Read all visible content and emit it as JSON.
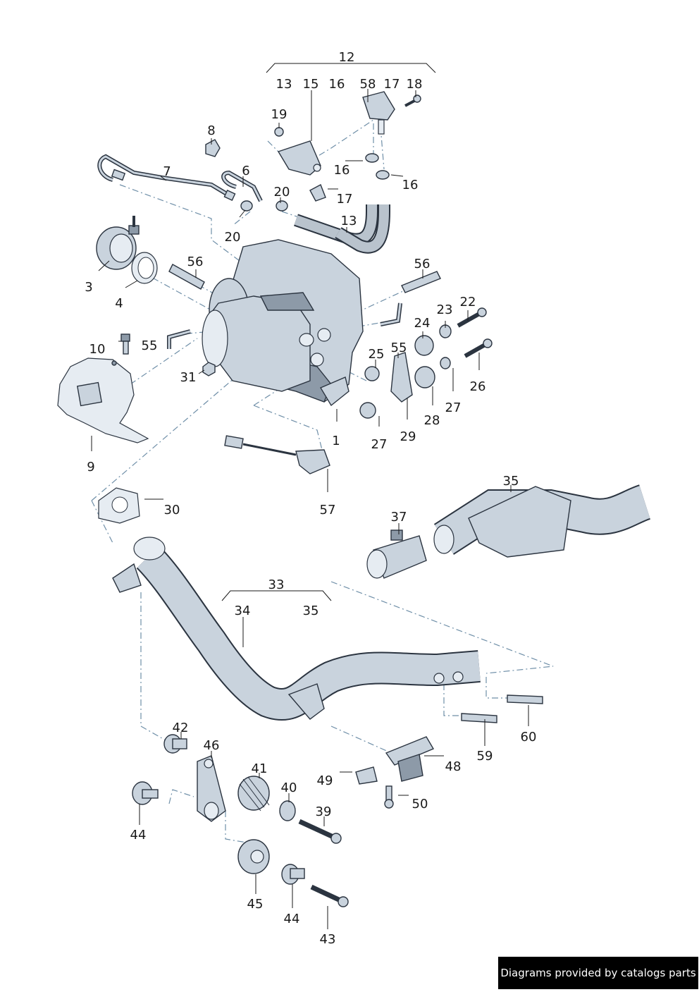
{
  "diagram": {
    "callouts": [
      {
        "id": "c12",
        "text": "12"
      },
      {
        "id": "c13a",
        "text": "13"
      },
      {
        "id": "c15",
        "text": "15"
      },
      {
        "id": "c16a",
        "text": "16"
      },
      {
        "id": "c58",
        "text": "58"
      },
      {
        "id": "c17a",
        "text": "17"
      },
      {
        "id": "c18",
        "text": "18"
      },
      {
        "id": "c19",
        "text": "19"
      },
      {
        "id": "c8",
        "text": "8"
      },
      {
        "id": "c16b",
        "text": "16"
      },
      {
        "id": "c16c",
        "text": "16"
      },
      {
        "id": "c7",
        "text": "7"
      },
      {
        "id": "c6",
        "text": "6"
      },
      {
        "id": "c20a",
        "text": "20"
      },
      {
        "id": "c17b",
        "text": "17"
      },
      {
        "id": "c13b",
        "text": "13"
      },
      {
        "id": "c20b",
        "text": "20"
      },
      {
        "id": "c56a",
        "text": "56"
      },
      {
        "id": "c56b",
        "text": "56"
      },
      {
        "id": "c3",
        "text": "3"
      },
      {
        "id": "c4",
        "text": "4"
      },
      {
        "id": "c22",
        "text": "22"
      },
      {
        "id": "c23",
        "text": "23"
      },
      {
        "id": "c24",
        "text": "24"
      },
      {
        "id": "c10",
        "text": "10"
      },
      {
        "id": "c55a",
        "text": "55"
      },
      {
        "id": "c25",
        "text": "25"
      },
      {
        "id": "c55b",
        "text": "55"
      },
      {
        "id": "c26",
        "text": "26"
      },
      {
        "id": "c31",
        "text": "31"
      },
      {
        "id": "c27a",
        "text": "27"
      },
      {
        "id": "c28",
        "text": "28"
      },
      {
        "id": "c9",
        "text": "9"
      },
      {
        "id": "c27b",
        "text": "27"
      },
      {
        "id": "c29",
        "text": "29"
      },
      {
        "id": "c1",
        "text": "1"
      },
      {
        "id": "c57",
        "text": "57"
      },
      {
        "id": "c35a",
        "text": "35"
      },
      {
        "id": "c30",
        "text": "30"
      },
      {
        "id": "c37",
        "text": "37"
      },
      {
        "id": "c33",
        "text": "33"
      },
      {
        "id": "c34",
        "text": "34"
      },
      {
        "id": "c35b",
        "text": "35"
      },
      {
        "id": "c60",
        "text": "60"
      },
      {
        "id": "c42",
        "text": "42"
      },
      {
        "id": "c46",
        "text": "46"
      },
      {
        "id": "c59",
        "text": "59"
      },
      {
        "id": "c48",
        "text": "48"
      },
      {
        "id": "c41",
        "text": "41"
      },
      {
        "id": "c40",
        "text": "40"
      },
      {
        "id": "c49",
        "text": "49"
      },
      {
        "id": "c50",
        "text": "50"
      },
      {
        "id": "c39",
        "text": "39"
      },
      {
        "id": "c44a",
        "text": "44"
      },
      {
        "id": "c45",
        "text": "45"
      },
      {
        "id": "c44b",
        "text": "44"
      },
      {
        "id": "c43",
        "text": "43"
      }
    ]
  },
  "watermark": "Diagrams provided by catalogs parts",
  "colors": {
    "part_fill": "#c9d3dd",
    "part_stroke": "#2b3440",
    "dash_line": "#6f8fa8",
    "watermark_bg": "#000000"
  }
}
